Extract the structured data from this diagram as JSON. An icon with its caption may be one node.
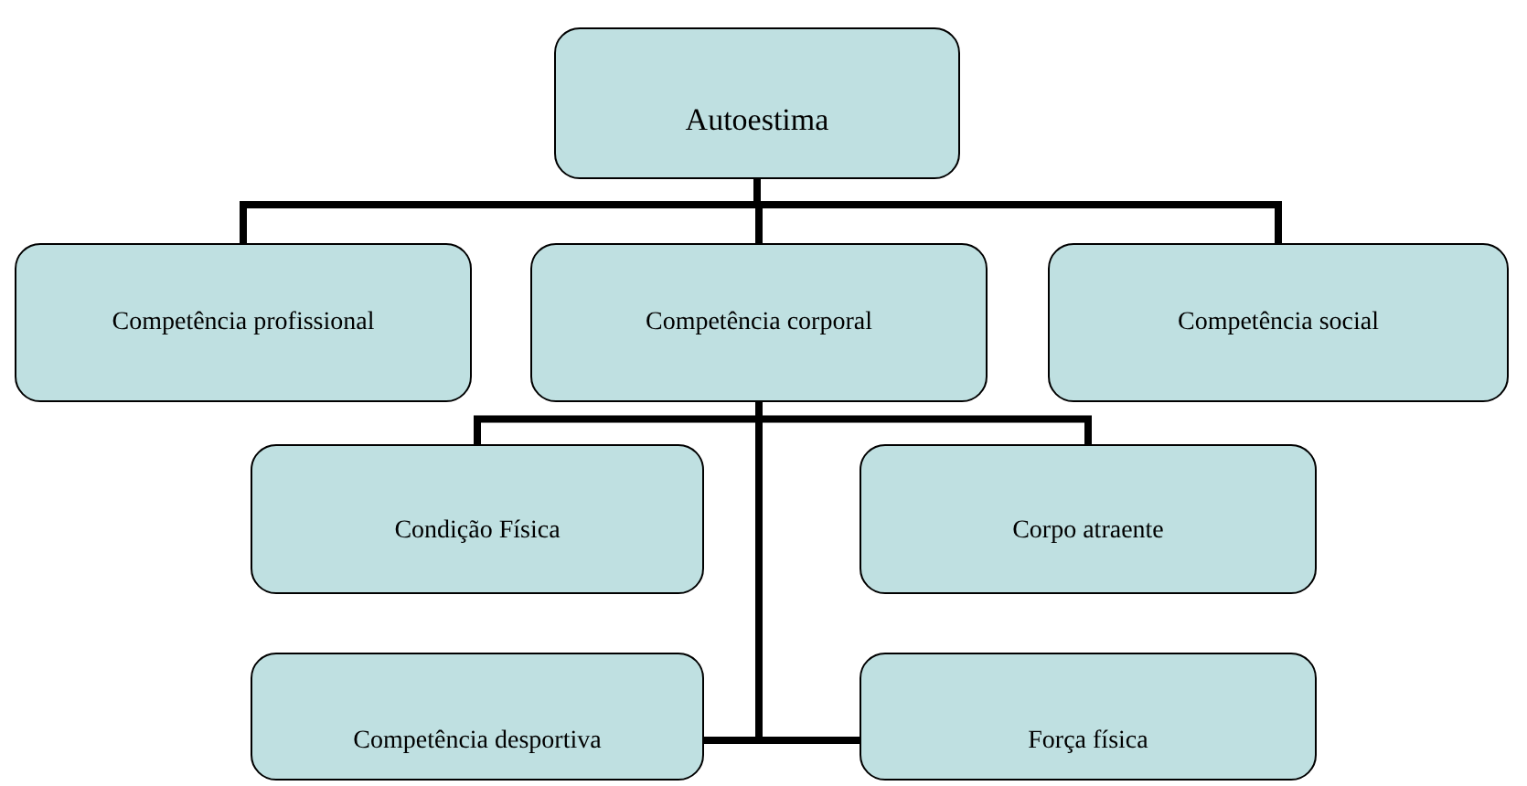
{
  "diagram": {
    "nodes": [
      {
        "text": [
          "Autoestima"
        ]
      },
      {
        "text": [
          "Competência profissional"
        ]
      },
      {
        "text": [
          "Competência corporal"
        ]
      },
      {
        "text": [
          "Competência social"
        ]
      },
      {
        "text": [
          "Condição Física"
        ]
      },
      {
        "text": [
          "Corpo atraente"
        ]
      },
      {
        "text": [
          "Competência desportiva"
        ]
      },
      {
        "text": [
          "Força física"
        ]
      }
    ],
    "edges": [
      {
        "from": 0,
        "to": 1,
        "arrow": "none"
      },
      {
        "from": 0,
        "to": 2,
        "arrow": "none"
      },
      {
        "from": 0,
        "to": 3,
        "arrow": "none"
      },
      {
        "from": 2,
        "to": 4,
        "arrow": "none"
      },
      {
        "from": 2,
        "to": 5,
        "arrow": "none"
      },
      {
        "from": 2,
        "to": 6,
        "arrow": "none"
      },
      {
        "from": 2,
        "to": 7,
        "arrow": "none"
      }
    ]
  }
}
